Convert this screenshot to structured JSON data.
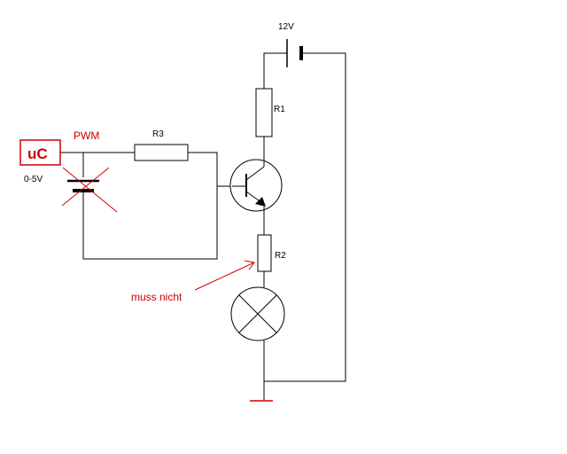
{
  "labels": {
    "battery_voltage": "12V",
    "r1": "R1",
    "r2": "R2",
    "r3": "R3",
    "pwm": "PWM",
    "uc": "uC",
    "voltage_range": "0-5V",
    "annotation": "muss nicht"
  },
  "colors": {
    "wire": "#000000",
    "annotation": "#cc0000"
  }
}
